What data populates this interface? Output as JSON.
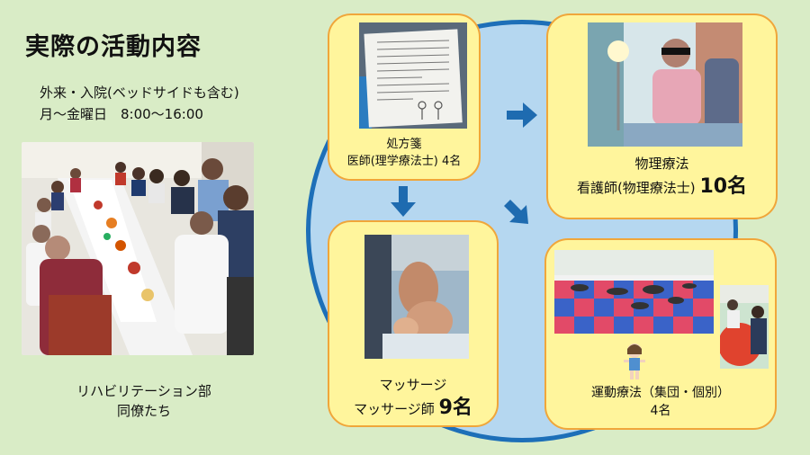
{
  "title": "実際の活動内容",
  "schedule": {
    "line1": "外来・入院(ベッドサイドも含む)",
    "line2": "月～金曜日　8:00～16:00"
  },
  "staff_caption": {
    "line1": "リハビリテーション部",
    "line2": "同僚たち"
  },
  "prescription": {
    "title": "処方箋",
    "staff_text": "医師(理学療法士) 4名"
  },
  "physical_therapy": {
    "title": "物理療法",
    "staff_text": "看護師(物理療法士)",
    "count": "10名"
  },
  "massage": {
    "title": "マッサージ",
    "staff_text": "マッサージ師",
    "count": "9名"
  },
  "exercise_therapy": {
    "title": "運動療法（集団・個別）",
    "count": "4名"
  },
  "colors": {
    "background": "#d9ecc6",
    "box_fill": "#fff59c",
    "box_border": "#f0a63a",
    "circle_fill": "#b5d7f0",
    "arrow": "#1e6bb0"
  }
}
